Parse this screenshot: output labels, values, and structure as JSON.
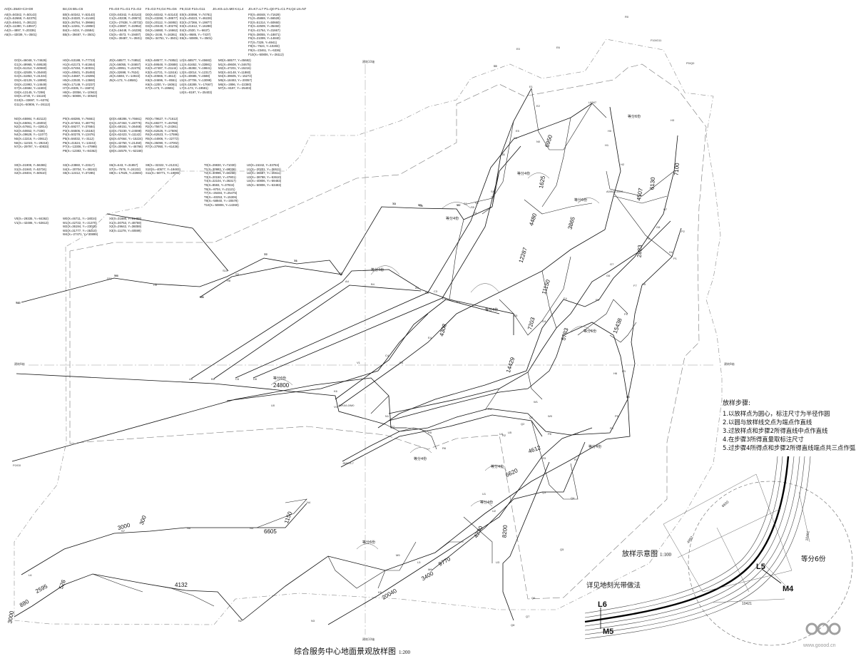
{
  "coordinate_table": {
    "groups": [
      {
        "header": "A0(X=3540+C3+D0",
        "rows": [
          "A0(X=50342, Y=50143)",
          "A1(X=52668, Y=52378)",
          "A2(X=59441, Y=38122)",
          "A3(X=11380, Y=18947)",
          "A4(X=-4897, Y=20336)",
          "A5(X=-43039, Y=-3501)"
        ]
      },
      {
        "header": "B4,C6     B5=C6",
        "rows": [
          "B0(X=50342, Y=53143)",
          "B1(X=34320, Y=41448)",
          "B2(X=36754, Y=39666)",
          "B3(X=12261, Y=19850)",
          "B4(X=-4434, Y=15584)",
          "B5(X=-39487, Y=-3501)"
        ]
      },
      {
        "header": "F0=G0   F1=G1  F2=G2",
        "rows": [
          "C0(X=50342, Y=53143)",
          "C1(X=40238, Y=39572)",
          "C2(X=-27638, Y=30732)",
          "C3(X=23697, Y=32952)",
          "C4(X=16448, Y=16238)",
          "C5(X=-4573, Y=19487)",
          "C6(X=-39487, Y=-3501)"
        ]
      },
      {
        "header": "F3=G3  F4,G4  F6=G6",
        "rows": [
          "D0(X=50342, Y=53143)",
          "D1(X=43260, Y=38577)",
          "D2(X=20112, Y=34892)",
          "D3(X=20440, Y=30275)",
          "D4(X=16860, Y=16662)",
          "D5(X=-2446, Y=16361)",
          "D6(X=-34751, Y=-3501)"
        ]
      },
      {
        "header": "F8,G10  F10=G11",
        "rows": [
          "E0(X=30098, Y=74781)",
          "E1(X=45323, Y=46228)",
          "E2(X=27366, Y=19877)",
          "E3(X=21612, Y=16288)",
          "E4(X=2530, Y=-6637)",
          "E5(X=-8685, Y=-7437)",
          "E6(X=-50806, Y=-3501)"
        ]
      },
      {
        "header": "J0=K0=L0=M0  K4,L4",
        "rows": []
      },
      {
        "header": "J0=K7=L7  P1=Q0   P1=C1   P4,Q4   L8=N7",
        "rows": [
          "F0(X=46048, Y=71629)",
          "F1(X=45869, Y=56528)",
          "F2(X=51314, Y=50660)",
          "F3(X=42509, Y=35460)",
          "F4(X=41764, Y=31667)",
          "F5(X=38055, Y=18871)",
          "F6(X=21099, Y=14840)",
          "F7(X=7329, Y=6941)",
          "F8(X=-7524, Y=10283)",
          "F9(X=-23461, Y=-6336)",
          "F10(X=-50806, Y=-26112)"
        ]
      },
      {
        "header": "",
        "rows": [
          "G0(X=46048, Y=74626)",
          "G1(X=49965, Y=59528)",
          "G2(X=51314, Y=50660)",
          "G3(X=42509, Y=35460)",
          "G4(X=41853, Y=31334)",
          "G5(X=42129, Y=18890)",
          "G6(X=21993, Y=14649)",
          "G7(X=15584, Y=11603)",
          "G8(X=13145, Y=7298)",
          "G9(X=4730, Y=-15119)",
          "G10(X=-33697, Y=-6376)",
          "G11(X=-50806, Y=-26112)"
        ]
      },
      {
        "header": "",
        "rows": [
          "H0(X=53188, Y=77723)",
          "H1(X=62173, Y=61664)",
          "H2(X=57484, Y=50031)",
          "H3(X=40601, Y=35493)",
          "H4(X=44687, Y=19285)",
          "H5(X=22530, Y=13660)",
          "H6(X=17149, Y=10237)",
          "H7(X=8335, Y=-15872)",
          "H8(X=-20056, Y=-10942)",
          "H9(X=-50806, Y=-30520)"
        ]
      },
      {
        "header": "",
        "rows": [
          "J0(X=58577, Y=74852)",
          "J1(X=56055, Y=34657)",
          "J2(X=40951, Y=22475)",
          "J3(X=32698, Y=7624)",
          "J4(X=5593, Y=-14922)",
          "J5(X=173, Y=19581)"
        ]
      },
      {
        "header": "",
        "rows": [
          "K0(X=58577, Y=74852)",
          "K1(X=59548, Y=33688)",
          "K2(X=47487, Y=21144)",
          "K3(X=42721, Y=11516)",
          "K4(X=40665, Y=4613)",
          "K5(X=34696, Y=-8551)",
          "K6(X=1200, Y=-16061)",
          "K7(X=173, Y=19581)"
        ]
      },
      {
        "header": "",
        "rows": [
          "L0(X=58577, Y=45682)",
          "L1(X=51652, Y=33981)",
          "L2(X=45382, Y=19841)",
          "L3(X=43014, Y=12317)",
          "L4(X=40685, Y=4588)",
          "L5(X=37706, Y=13099)",
          "L6(X=18289, Y=-17667)",
          "L7(X=173, Y=19581)",
          "L8(X=-8197, Y=-25403)"
        ]
      },
      {
        "header": "",
        "rows": [
          "M0(X=58577, Y=45682)",
          "M1(X=49608, Y=34675)",
          "M2(X=47201, Y=15216)",
          "M3(X=44148, Y=11860)",
          "M4(X=39605, Y=-15272)",
          "M5(X=18493, Y=-20057)",
          "M6(X=-2896, Y=-22380)",
          "M7(X=-8197, Y=-25403)"
        ]
      },
      {
        "header": "",
        "rows": [
          "N0(X=65984, Y=82113)",
          "N1(X=65061, Y=46002)",
          "N2(X=57661, Y=-42814)",
          "N3(X=50652, Y=7336)",
          "N4(X=39629, Y=-11077)",
          "N5(X=13216, Y=-20612)",
          "N6(X=-11023, Y=-29218)",
          "N7(X=-29797, Y=-40833)"
        ]
      },
      {
        "header": "",
        "rows": [
          "P0(X=68286, Y=76661)",
          "P1(X=67463, Y=48775)",
          "P2(X=59277, Y=37684)",
          "P3(X=56506, Y=15182)",
          "P4(X=50278, Y=13476)",
          "P5(X=56032, Y=-3112)",
          "P6(X=41524, Y=-13243)",
          "P7(X=-13306, Y=-47999)",
          "P8(X=-12383, Y=-84362)"
        ]
      },
      {
        "header": "",
        "rows": [
          "Q0(X=68286, Y=76661)",
          "Q1(X=67463, Y=48775)",
          "Q2(X=69151, Y=36468)",
          "Q3(X=73230, Y=24598)",
          "Q4(X=62423, Y=11142)",
          "Q5(X=57664, Y=-15224)",
          "Q6(X=42750, Y=21450)",
          "Q7(X=30659, Y=-46766)",
          "Q8(X=34579, Y=-62168)"
        ]
      },
      {
        "header": "",
        "rows": [
          "R0(X=79627, Y=71612)",
          "R1(X=69277, Y=46768)",
          "R2(X=75671, Y=24361)",
          "R3(X=62626, Y=17506)",
          "R4(X=62623, Y=-17596)",
          "R5(X=44906, Y=-22772)",
          "R6(X=35090, Y=-47002)",
          "R7(X=37950, Y=-61436)"
        ]
      },
      {
        "header": "",
        "rows": [
          "S0(X=31908, Y=56365)",
          "S1(X=31940, Y=53734)",
          "S2(X=28404, Y=50510)"
        ]
      },
      {
        "header": "",
        "rows": [
          "S3(X=23860, Y=23117)",
          "S4(X=-20704, Y=-38242)",
          "S5(X=12412, Y=37285)"
        ]
      },
      {
        "header": "",
        "rows": [
          "S6(X=643, Y=31857)",
          "S7(X=-7676, Y=24102)",
          "S8(X=-17625, Y=22694)"
        ]
      },
      {
        "header": "",
        "rows": [
          "S9(X=-32322, Y=21231)",
          "S10(X=-40577, Y=18483)",
          "S11(X=-50771, Y=18092)"
        ]
      },
      {
        "header": "",
        "rows": [
          "T0(X=29830, Y=71030)",
          "T1(X=30983, Y=68036)",
          "T2(X=30996, Y=60258)",
          "T3(X=20150, Y=47801)",
          "T4(X=22104, Y=36317)",
          "T5(X=8593, Y=37934)",
          "T6(X=-8704, Y=21121)",
          "T7(X=-26484, Y=25476)",
          "T8(X=-40253, Y=15306)",
          "T9(X=-58940, Y=-20579)",
          "T10(X=-50806, Y=14360)"
        ]
      },
      {
        "header": "",
        "rows": [
          "U0(X=15342, Y=33784)",
          "U1(X=-20201, Y=-36511)",
          "U2(X=-36687, Y=-26511)",
          "U3(X=-38788, Y=-53610)",
          "U4(X=-40806, Y=-59483)",
          "U5(X=-50806, Y=-63483)"
        ]
      },
      {
        "header": "",
        "rows": [
          "V0(X=-29335, Y=-84362)",
          "V1(X=-42486, Y=-53613)"
        ]
      },
      {
        "header": "",
        "rows": [
          "W0(X=46711, Y=-18034)",
          "W1(X=42722, Y=-21370)",
          "W2(X=36194, Y=-23020)",
          "W3(X=31777, Y=-25310)",
          "W4(X=-27471, Y=-30899)"
        ]
      },
      {
        "header": "",
        "rows": [
          "X0(X=31886, Y=61488)",
          "X1(X=30753, Y=48759)",
          "X2(X=29642, Y=36059)",
          "X3(X=11278, Y=40599)"
        ]
      }
    ]
  },
  "plan": {
    "title": "综合服务中心地面景观放样图",
    "scale": "1:200",
    "axis_labels": {
      "top": "建筑10轴",
      "bottom": "建筑10轴",
      "left": "建筑9轴",
      "right": "建筑9轴"
    },
    "dimensions": [
      "24800",
      "14429",
      "15438",
      "12287",
      "11150",
      "4480",
      "4507",
      "3865",
      "6620",
      "4612",
      "7203",
      "5783",
      "4308",
      "4230",
      "8200",
      "9770",
      "3400",
      "20040",
      "6605",
      "3000",
      "4132",
      "2595",
      "880",
      "6950",
      "7100",
      "6130",
      "2823",
      "1625",
      "1150",
      "300",
      "526",
      "3000"
    ],
    "equal_labels": [
      "等分6份",
      "等分4份",
      "等分4份",
      "等分4份",
      "等分6份",
      "等分4份",
      "等分6份",
      "等分4份",
      "等分4份",
      "等分6份",
      "等分4份",
      "等分6份",
      "等分4份"
    ],
    "points": [
      "T10",
      "T9",
      "T8",
      "T7",
      "T6",
      "T5",
      "T4",
      "T3",
      "T2",
      "T1",
      "T0",
      "E0",
      "E1",
      "E2",
      "E5",
      "E6",
      "F0/G0",
      "F10/G11",
      "P0/Q0",
      "R0",
      "N0",
      "A0/B0/C0/D0",
      "J0/K0/L0/M0",
      "J5/K7/L7",
      "L8/M7",
      "H0",
      "H1",
      "H2",
      "H3",
      "H4",
      "H5",
      "H6",
      "H7",
      "H8",
      "H9",
      "S11",
      "S10",
      "S9",
      "S8",
      "S6",
      "S5",
      "S4",
      "S3",
      "S2",
      "S1",
      "S0",
      "A5",
      "B5",
      "C6",
      "D6",
      "D3",
      "C3",
      "B3",
      "A3",
      "A4",
      "B4",
      "C4",
      "D4",
      "E3",
      "E4",
      "G5",
      "G4",
      "F4",
      "F5",
      "G6",
      "F6",
      "F7",
      "G7",
      "F8",
      "G8",
      "P1",
      "P2",
      "P3",
      "P4",
      "P5",
      "P6",
      "P7",
      "P8",
      "Q1",
      "Q2",
      "Q3",
      "Q4",
      "Q5",
      "Q6",
      "Q7",
      "Q8",
      "R1",
      "R2",
      "R3",
      "R4",
      "R5",
      "R6",
      "R7",
      "N1",
      "N2",
      "N3",
      "N4",
      "N5",
      "N6",
      "N7",
      "L6",
      "M6",
      "L5",
      "M5",
      "K5",
      "K6",
      "V0",
      "V1",
      "U0",
      "U1",
      "U2",
      "U3",
      "U4",
      "U5",
      "W0",
      "W1",
      "W2",
      "W3",
      "W4",
      "X0",
      "X1",
      "X2",
      "X3",
      "M1",
      "M2",
      "L1",
      "L2"
    ]
  },
  "steps": {
    "title": "放样步骤:",
    "items": [
      "1.以放样点为圆心，标注尺寸为半径作圆",
      "2.以圆与放样线交点为端点作直线",
      "3.过放样点和步骤2所得直线中点作直线",
      "4.在步骤3所得直量取标注尺寸",
      "5.过步骤4所得点和步骤2所得直线端点共三点作弧"
    ]
  },
  "diagram": {
    "title": "放样示意图",
    "scale": "1:100",
    "note": "详见地刻光带做法",
    "divide": "等分6份",
    "labels": [
      "L5",
      "M4",
      "L6",
      "M5"
    ],
    "dims": [
      "10461",
      "6650",
      "4982",
      "10421"
    ]
  },
  "watermark": "www.goood.cn"
}
